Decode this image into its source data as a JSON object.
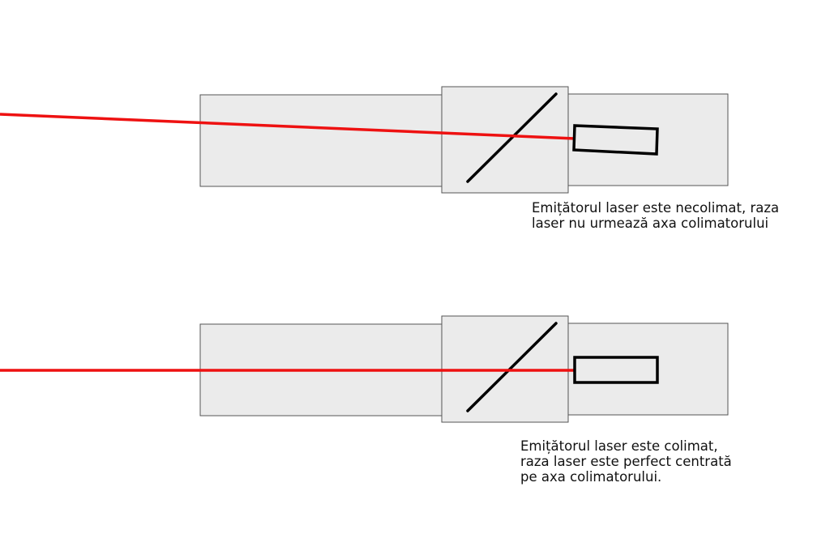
{
  "colors": {
    "laser": "#ee1111",
    "housing_fill": "#ebebeb",
    "housing_stroke": "#555555",
    "ink": "#000000"
  },
  "diagrams": [
    {
      "id": "uncollimated",
      "emitter_tilted": true,
      "caption_lines": [
        "Emițătorul laser este necolimat, raza",
        "laser nu urmează axa colimatorului"
      ]
    },
    {
      "id": "collimated",
      "emitter_tilted": false,
      "caption_lines": [
        "Emițătorul laser este colimat,",
        "raza laser este perfect centrată",
        "pe axa colimatorului."
      ]
    }
  ]
}
